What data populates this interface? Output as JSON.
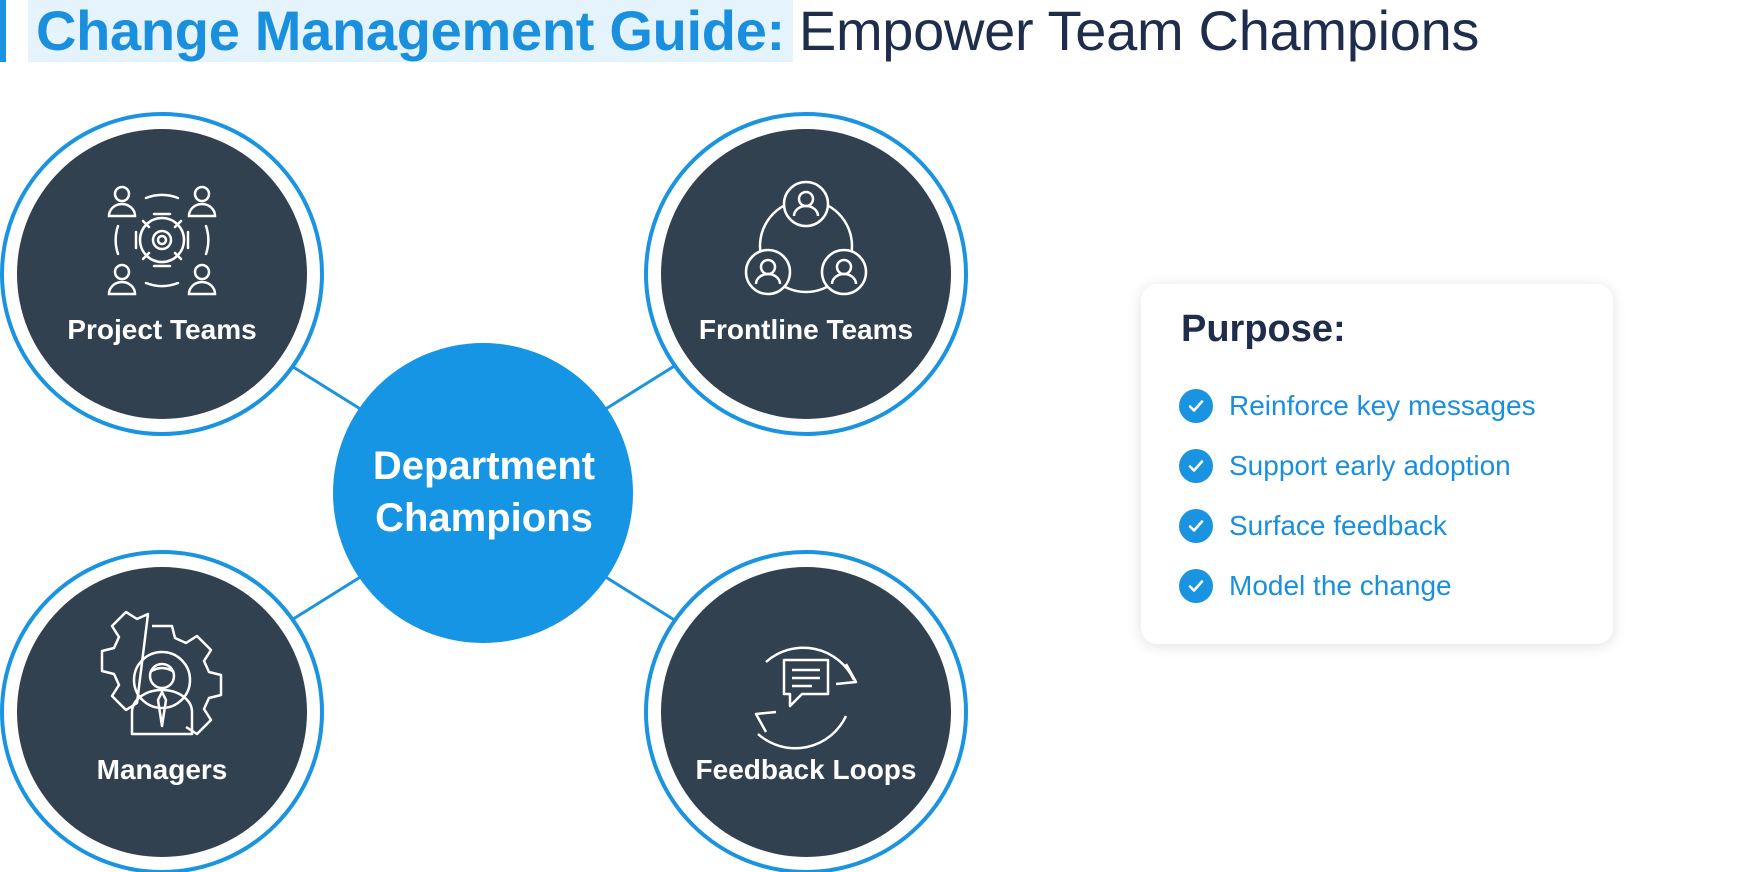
{
  "title": {
    "accent": "Change Management Guide:",
    "rest": "Empower Team Champions"
  },
  "colors": {
    "accent": "#1a93e0",
    "node_fill": "#32414f",
    "title_dark": "#1f2d4d",
    "title_highlight": "#e4f3fc"
  },
  "diagram": {
    "center": {
      "line1": "Department",
      "line2": "Champions"
    },
    "nodes": [
      {
        "label": "Project Teams",
        "icon": "team-gear-icon"
      },
      {
        "label": "Frontline Teams",
        "icon": "connected-people-icon"
      },
      {
        "label": "Managers",
        "icon": "manager-gear-icon"
      },
      {
        "label": "Feedback Loops",
        "icon": "feedback-cycle-icon"
      }
    ]
  },
  "purpose": {
    "title": "Purpose:",
    "items": [
      "Reinforce key messages",
      "Support early adoption",
      "Surface feedback",
      "Model the change"
    ]
  }
}
